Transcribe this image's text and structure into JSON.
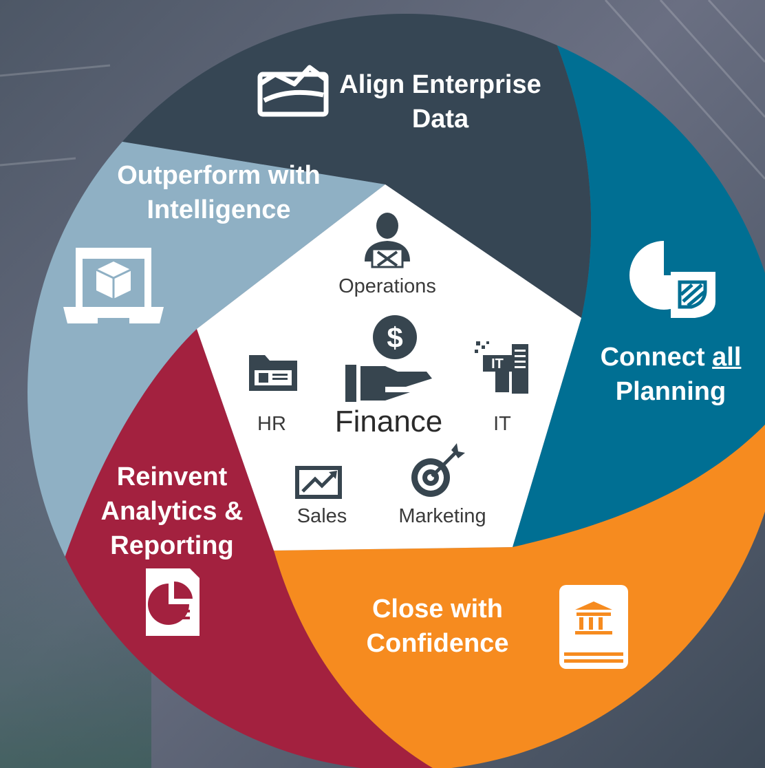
{
  "segments": [
    {
      "id": "align",
      "lines": [
        "Align Enterprise",
        "Data"
      ],
      "color": "#364654",
      "icon": "landscape-frame-icon"
    },
    {
      "id": "connect",
      "line1_parts": [
        "Connect ",
        "all"
      ],
      "line2": "Planning",
      "color": "#006f93",
      "icon": "pie-doc-icon"
    },
    {
      "id": "close",
      "lines": [
        "Close with",
        "Confidence"
      ],
      "color": "#f68b1f",
      "icon": "bank-book-icon"
    },
    {
      "id": "reinvent",
      "lines": [
        "Reinvent",
        "Analytics &",
        "Reporting"
      ],
      "color": "#a3213f",
      "icon": "report-chart-icon"
    },
    {
      "id": "outperform",
      "lines": [
        "Outperform with",
        "Intelligence"
      ],
      "color": "#8fb0c4",
      "icon": "briefcase-cube-icon"
    }
  ],
  "center": {
    "fill": "#ffffff",
    "departments": {
      "operations": {
        "label": "Operations",
        "icon": "engineer-icon"
      },
      "hr": {
        "label": "HR",
        "icon": "folder-id-icon"
      },
      "finance": {
        "label": "Finance",
        "icon": "hand-dollar-icon"
      },
      "it": {
        "label": "IT",
        "icon": "it-server-icon"
      },
      "sales": {
        "label": "Sales",
        "icon": "trend-chart-icon"
      },
      "marketing": {
        "label": "Marketing",
        "icon": "target-icon"
      }
    }
  },
  "colors": {
    "background_top": "#5b6474",
    "background_bottom": "#3e4c58",
    "icon_dark": "#37454f"
  }
}
